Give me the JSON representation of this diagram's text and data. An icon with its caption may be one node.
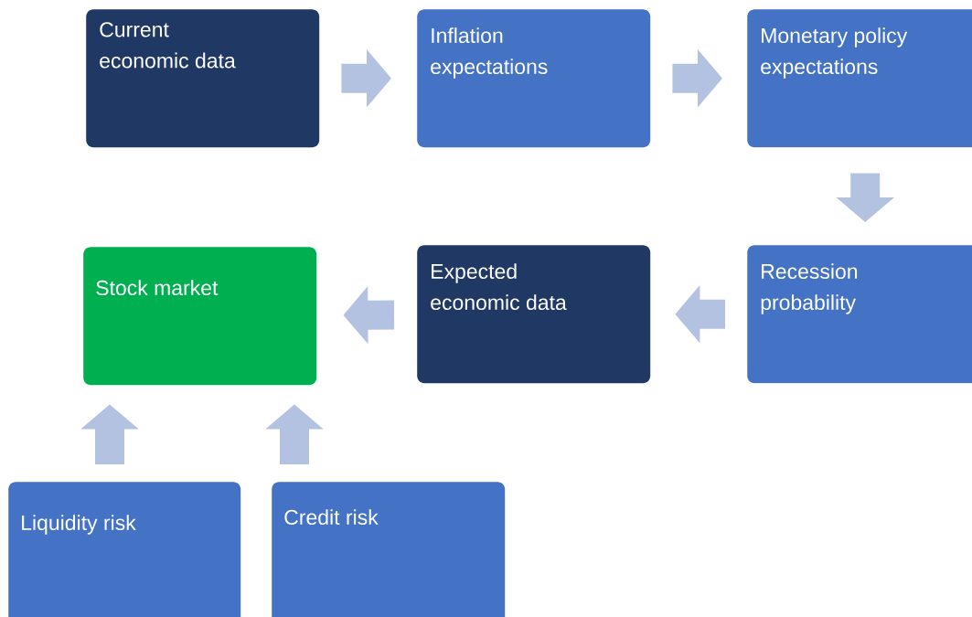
{
  "diagram": {
    "nodes": [
      {
        "text": [
          "Current economic data"
        ]
      },
      {
        "text": [
          "Inflation expectations"
        ]
      },
      {
        "text": [
          "Monetary policy expectations"
        ]
      },
      {
        "text": [
          "Recession probability"
        ]
      },
      {
        "text": [
          "Expected economic data"
        ]
      },
      {
        "text": [
          "Stock market"
        ]
      },
      {
        "text": [
          "Liquidity risk"
        ]
      },
      {
        "text": [
          "Credit risk"
        ]
      }
    ],
    "edges": [
      {
        "from": 0,
        "to": 1,
        "arrow": "to"
      },
      {
        "from": 1,
        "to": 2,
        "arrow": "to"
      },
      {
        "from": 2,
        "to": 3,
        "arrow": "to"
      },
      {
        "from": 3,
        "to": 4,
        "arrow": "to"
      },
      {
        "from": 4,
        "to": 5,
        "arrow": "to"
      },
      {
        "from": 6,
        "to": 5,
        "arrow": "to"
      },
      {
        "from": 7,
        "to": 5,
        "arrow": "to"
      }
    ]
  }
}
